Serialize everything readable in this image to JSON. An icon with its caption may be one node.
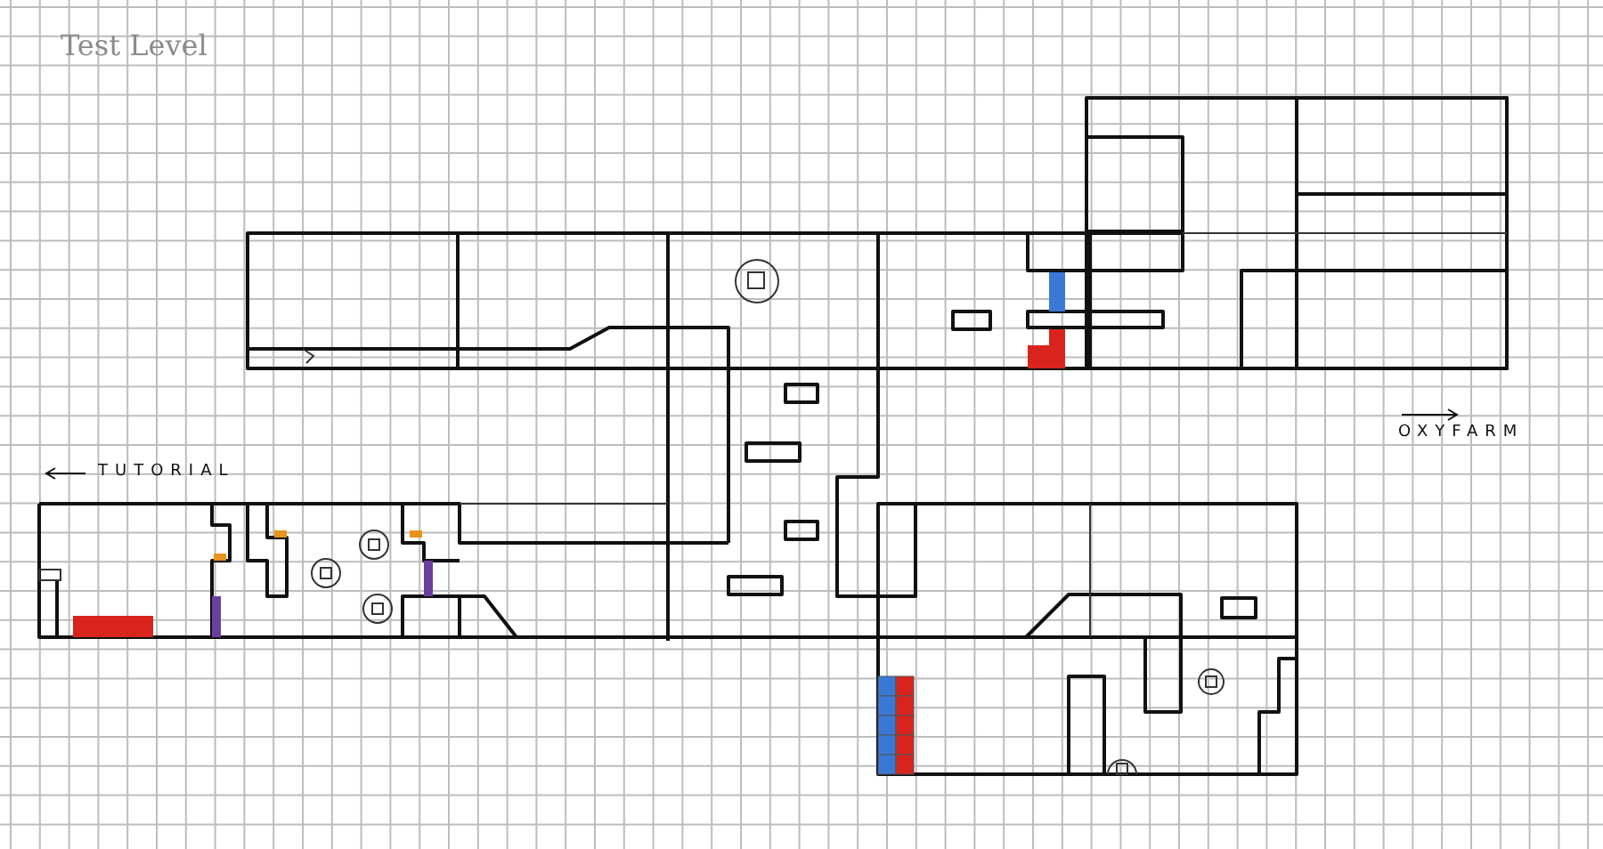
{
  "diagram": {
    "title": "Test Level",
    "labels": [
      "TUTORIAL",
      "OXYFARM"
    ]
  }
}
